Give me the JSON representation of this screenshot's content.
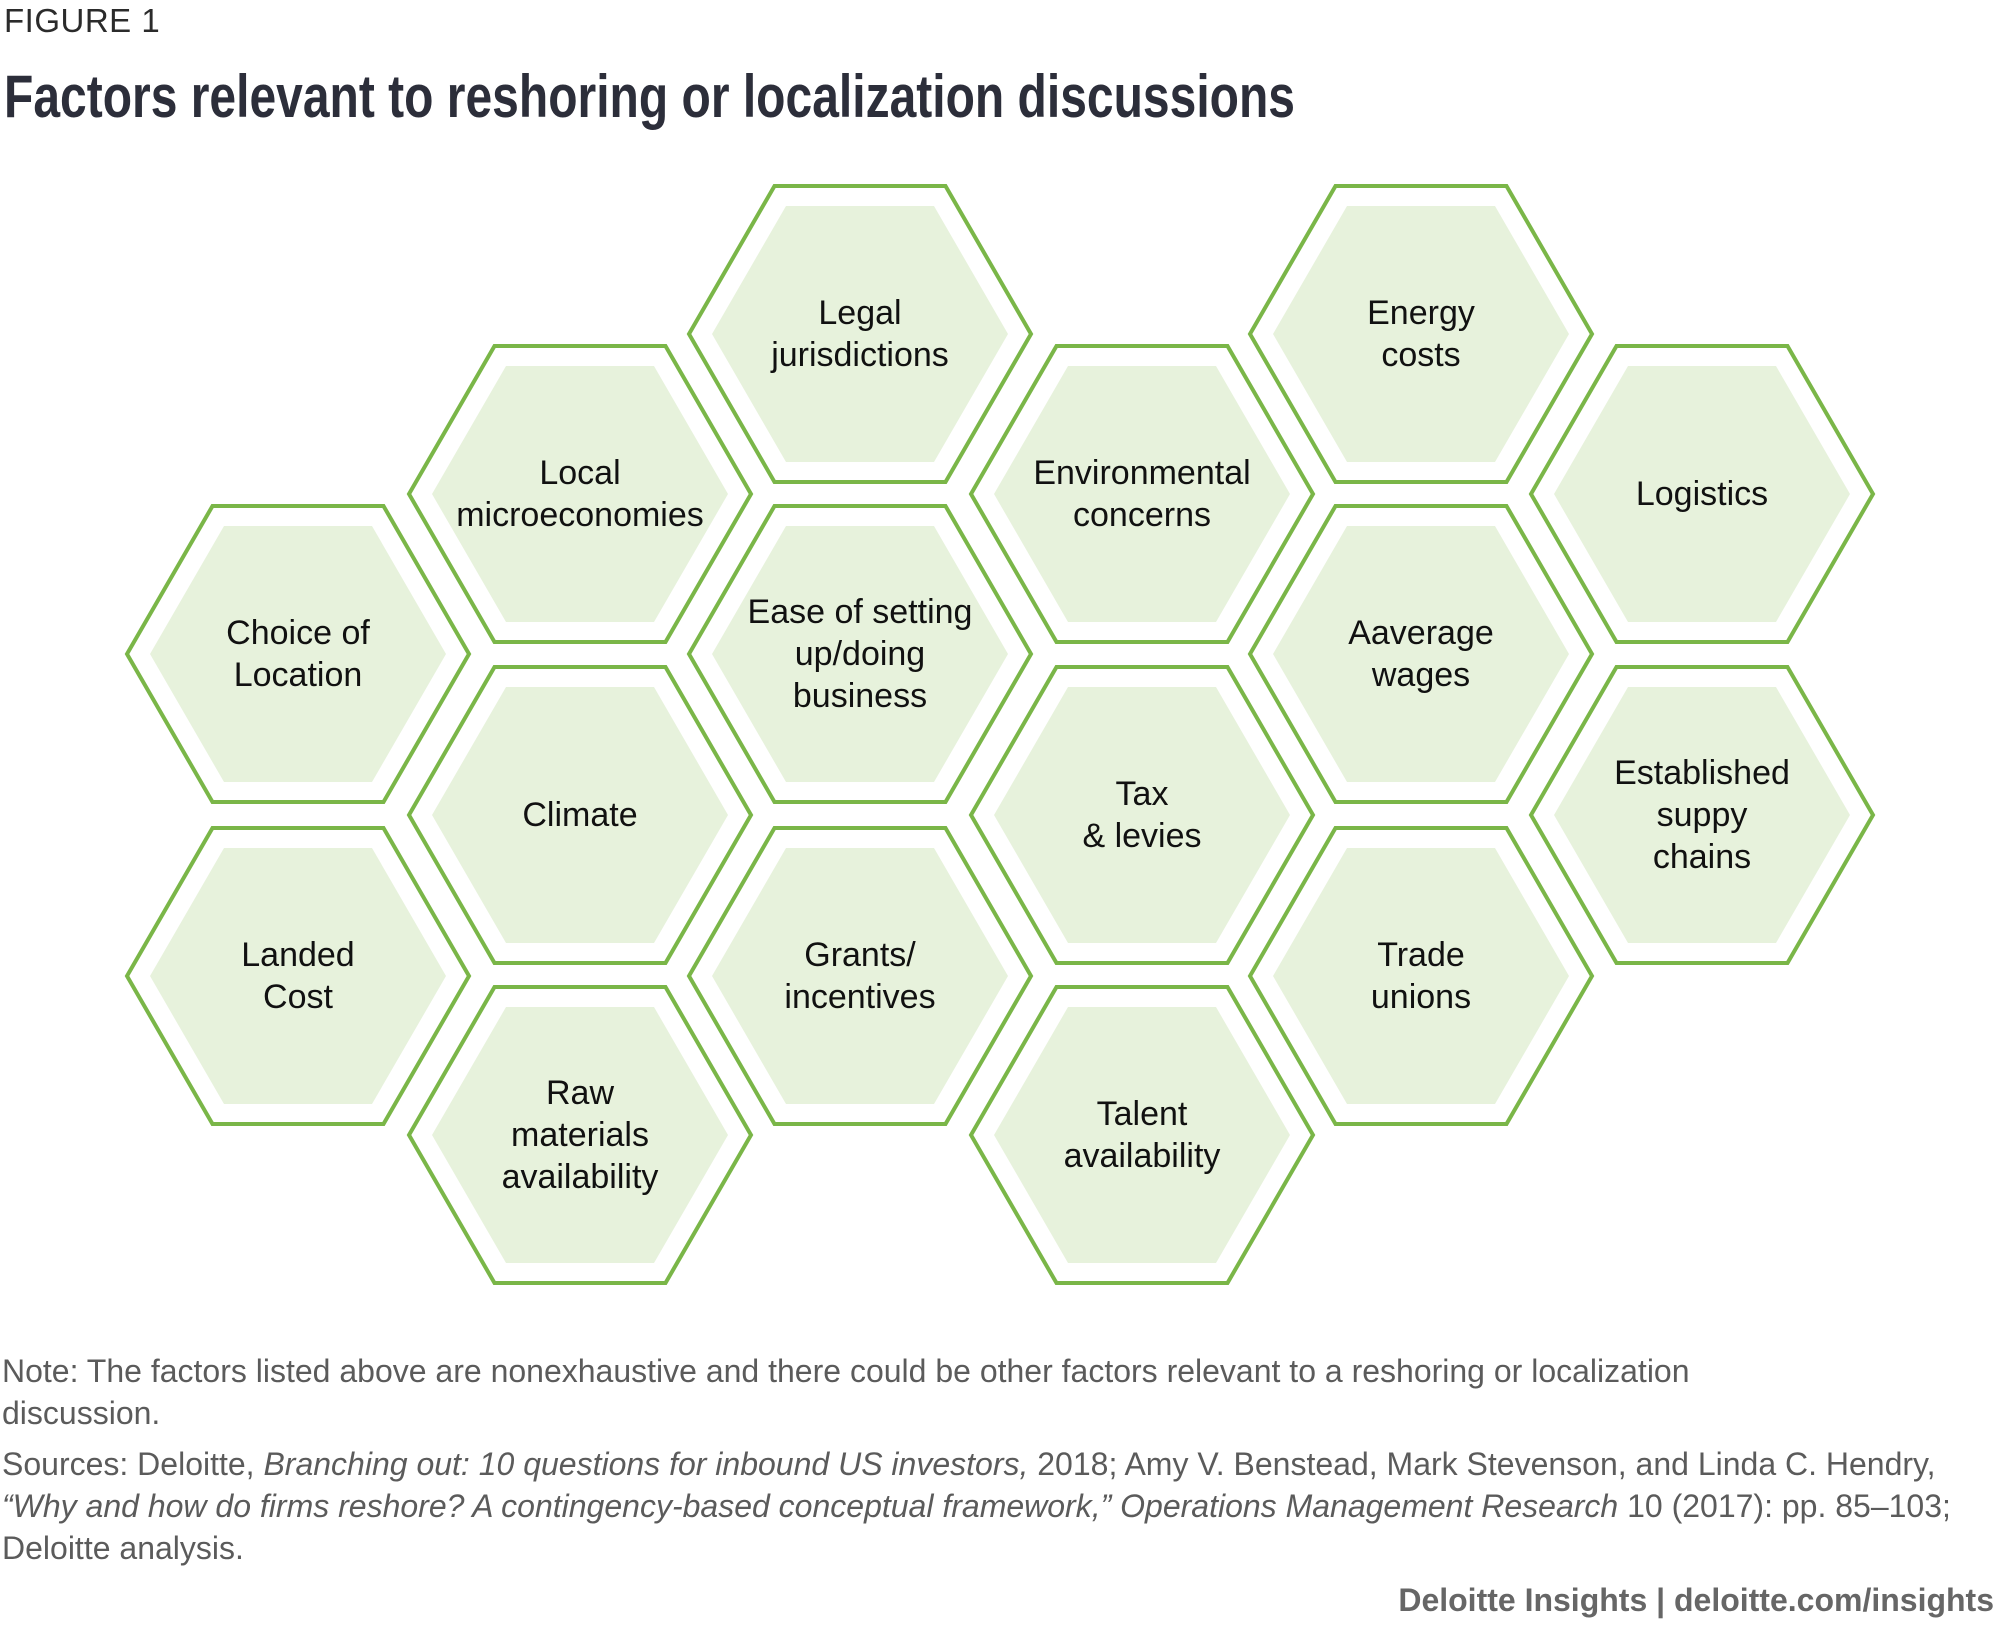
{
  "figure_label": "FIGURE 1",
  "title": "Factors relevant to reshoring or localization discussions",
  "colors": {
    "hex_stroke": "#7ab648",
    "hex_fill": "#e7f2dc"
  },
  "factors": [
    {
      "lines": [
        "Choice of",
        "Location"
      ]
    },
    {
      "lines": [
        "Landed",
        "Cost"
      ]
    },
    {
      "lines": [
        "Local",
        "microeconomies"
      ]
    },
    {
      "lines": [
        "Climate"
      ]
    },
    {
      "lines": [
        "Raw",
        "materials",
        "availability"
      ]
    },
    {
      "lines": [
        "Legal",
        "jurisdictions"
      ]
    },
    {
      "lines": [
        "Ease of setting",
        "up/doing",
        "business"
      ]
    },
    {
      "lines": [
        "Grants/",
        "incentives"
      ]
    },
    {
      "lines": [
        "Environmental",
        "concerns"
      ]
    },
    {
      "lines": [
        "Tax",
        "& levies"
      ]
    },
    {
      "lines": [
        "Talent",
        "availability"
      ]
    },
    {
      "lines": [
        "Energy",
        "costs"
      ]
    },
    {
      "lines": [
        "Aaverage",
        "wages"
      ]
    },
    {
      "lines": [
        "Trade",
        "unions"
      ]
    },
    {
      "lines": [
        "Logistics"
      ]
    },
    {
      "lines": [
        "Established",
        "suppy",
        "chains"
      ]
    }
  ],
  "note": "Note: The factors listed above are nonexhaustive and there could be other factors relevant to a reshoring or localization discussion.",
  "sources": [
    {
      "text": "Sources: Deloitte, ",
      "italic": false
    },
    {
      "text": "Branching out: 10 questions for inbound US investors,",
      "italic": true
    },
    {
      "text": " 2018; Amy V. Benstead, Mark Stevenson, and Linda C. Hendry, ",
      "italic": false
    },
    {
      "text": "“Why and how do firms reshore? A contingency-based conceptual framework,” Operations Management Research",
      "italic": true
    },
    {
      "text": " 10 (2017): pp. 85–103; Deloitte analysis.",
      "italic": false
    }
  ],
  "footer": "Deloitte Insights | deloitte.com/insights"
}
